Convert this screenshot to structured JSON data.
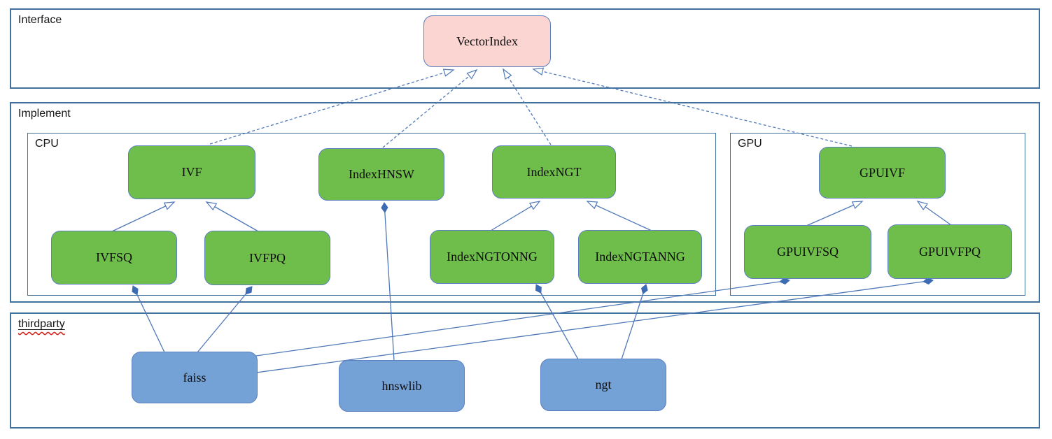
{
  "diagram": {
    "sections": [
      {
        "id": "interface",
        "label": "Interface"
      },
      {
        "id": "implement",
        "label": "Implement"
      },
      {
        "id": "cpu",
        "label": "CPU"
      },
      {
        "id": "gpu",
        "label": "GPU"
      },
      {
        "id": "thirdparty",
        "label": "thirdparty"
      }
    ],
    "nodes": [
      {
        "id": "vectorindex",
        "label": "VectorIndex",
        "kind": "interface"
      },
      {
        "id": "ivf",
        "label": "IVF",
        "kind": "implement"
      },
      {
        "id": "indexhnsw",
        "label": "IndexHNSW",
        "kind": "implement"
      },
      {
        "id": "indexngt",
        "label": "IndexNGT",
        "kind": "implement"
      },
      {
        "id": "gpuivf",
        "label": "GPUIVF",
        "kind": "implement"
      },
      {
        "id": "ivfsq",
        "label": "IVFSQ",
        "kind": "implement"
      },
      {
        "id": "ivfpq",
        "label": "IVFPQ",
        "kind": "implement"
      },
      {
        "id": "indexngtonng",
        "label": "IndexNGTONNG",
        "kind": "implement"
      },
      {
        "id": "indexngtanng",
        "label": "IndexNGTANNG",
        "kind": "implement"
      },
      {
        "id": "gpuivfsq",
        "label": "GPUIVFSQ",
        "kind": "implement"
      },
      {
        "id": "gpuivfpq",
        "label": "GPUIVFPQ",
        "kind": "implement"
      },
      {
        "id": "faiss",
        "label": "faiss",
        "kind": "thirdparty"
      },
      {
        "id": "hnswlib",
        "label": "hnswlib",
        "kind": "thirdparty"
      },
      {
        "id": "ngt",
        "label": "ngt",
        "kind": "thirdparty"
      }
    ],
    "relationships": [
      {
        "from": "ivf",
        "to": "vectorindex",
        "type": "realization"
      },
      {
        "from": "indexhnsw",
        "to": "vectorindex",
        "type": "realization"
      },
      {
        "from": "indexngt",
        "to": "vectorindex",
        "type": "realization"
      },
      {
        "from": "gpuivf",
        "to": "vectorindex",
        "type": "realization"
      },
      {
        "from": "ivfsq",
        "to": "ivf",
        "type": "generalization"
      },
      {
        "from": "ivfpq",
        "to": "ivf",
        "type": "generalization"
      },
      {
        "from": "indexngtonng",
        "to": "indexngt",
        "type": "generalization"
      },
      {
        "from": "indexngtanng",
        "to": "indexngt",
        "type": "generalization"
      },
      {
        "from": "gpuivfsq",
        "to": "gpuivf",
        "type": "generalization"
      },
      {
        "from": "gpuivfpq",
        "to": "gpuivf",
        "type": "generalization"
      },
      {
        "from": "hnswlib",
        "to": "indexhnsw",
        "type": "composition"
      },
      {
        "from": "faiss",
        "to": "ivfsq",
        "type": "composition"
      },
      {
        "from": "faiss",
        "to": "ivfpq",
        "type": "composition"
      },
      {
        "from": "ngt",
        "to": "indexngtonng",
        "type": "composition"
      },
      {
        "from": "ngt",
        "to": "indexngtanng",
        "type": "composition"
      },
      {
        "from": "faiss",
        "to": "gpuivfsq",
        "type": "composition"
      },
      {
        "from": "faiss",
        "to": "gpuivfpq",
        "type": "composition"
      }
    ],
    "colors": {
      "interface_node_fill": "#FBD5D2",
      "implement_node_fill": "#6FBE4C",
      "thirdparty_node_fill": "#74A1D6",
      "node_border": "#5C7FBF",
      "section_border": "#41719C",
      "edge_line": "#4F78B8",
      "composition_diamond": "#3D6CB4",
      "spellcheck_squiggle": "#D42A20"
    }
  }
}
